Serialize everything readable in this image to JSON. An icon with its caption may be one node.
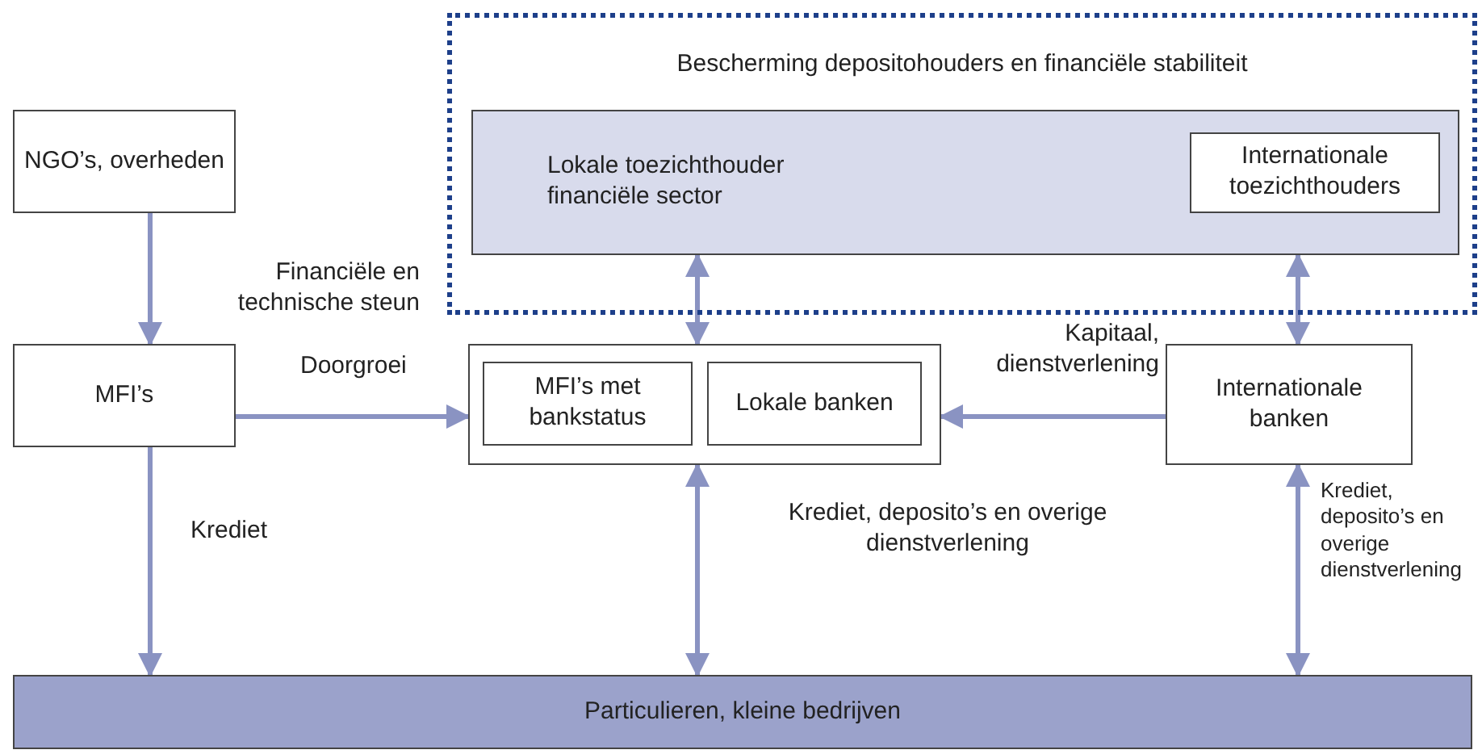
{
  "diagram": {
    "nodes": [
      {
        "text": [
          "Bescherming depositohouders en financiële stabiliteit"
        ]
      },
      {
        "text": [
          "Lokale toezichthouder financiële sector"
        ],
        "in": 0
      },
      {
        "text": [
          "Internationale toezichthouders"
        ],
        "in": 1
      },
      {
        "text": [
          "NGO’s, overheden"
        ]
      },
      {
        "text": [
          "MFI’s"
        ]
      },
      {
        "text": [],
        "shape": "box"
      },
      {
        "text": [
          "MFI’s met bankstatus"
        ],
        "in": 5
      },
      {
        "text": [
          "Lokale banken"
        ],
        "in": 5
      },
      {
        "text": [
          "Internationale banken"
        ]
      },
      {
        "text": [
          "Particulieren, kleine bedrijven"
        ]
      }
    ],
    "edges": [
      {
        "from": 3,
        "to": 4,
        "arrow": "to",
        "label": "Financiële en technische steun"
      },
      {
        "from": 4,
        "to": 5,
        "arrow": "to",
        "label": "Doorgroei"
      },
      {
        "from": 8,
        "to": 5,
        "arrow": "to",
        "label": "Kapitaal, dienstverlening"
      },
      {
        "from": 1,
        "to": 5,
        "arrow": "both"
      },
      {
        "from": 8,
        "to": 1,
        "arrow": "both"
      },
      {
        "from": 4,
        "to": 9,
        "arrow": "to",
        "label": "Krediet"
      },
      {
        "from": 5,
        "to": 9,
        "arrow": "both",
        "label": "Krediet, deposito’s en overige dienstverlening"
      },
      {
        "from": 8,
        "to": 9,
        "arrow": "both",
        "label": "Krediet, deposito’s en overige dienstverlening"
      }
    ]
  }
}
